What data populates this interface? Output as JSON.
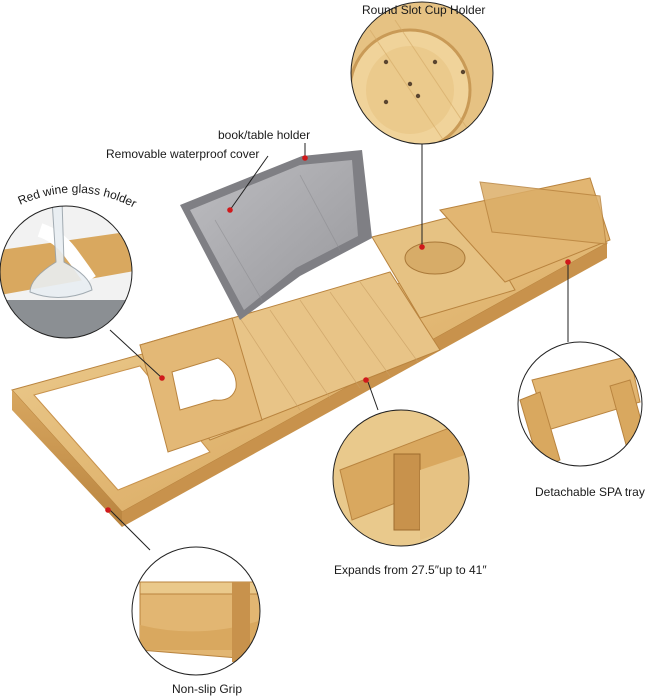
{
  "labels": {
    "cup_holder": "Round Slot Cup Holder",
    "book_holder": "book/table holder",
    "waterproof_cover": "Removable waterproof cover",
    "wine_holder": "Red wine glass holder",
    "spa_tray": "Detachable SPA tray",
    "expands": "Expands from 27.5″up to 41″",
    "grip": "Non-slip Grip"
  },
  "colors": {
    "bamboo_light": "#eac98b",
    "bamboo_mid": "#d9a85f",
    "bamboo_dark": "#b9843f",
    "cover_gray": "#a9a9ad",
    "marker_red": "#d0191b",
    "leader_line": "#222222"
  }
}
